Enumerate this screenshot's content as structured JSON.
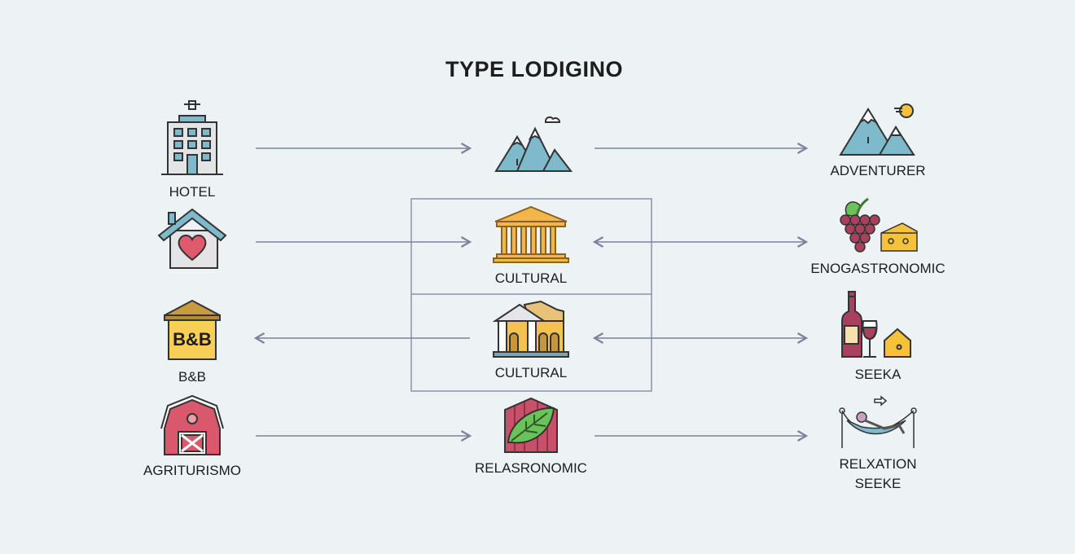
{
  "title": "TYPE LODIGINO",
  "lodging_types": [
    {
      "label": "HOTEL",
      "icon": "hotel-icon"
    },
    {
      "label": "",
      "icon": "house-heart-icon"
    },
    {
      "label": "B&B",
      "icon": "bnb-icon",
      "sign": "B&B"
    },
    {
      "label": "AGRITURISMO",
      "icon": "barn-icon"
    }
  ],
  "middle": [
    {
      "label": "",
      "icon": "mountains-icon"
    },
    {
      "label": "CULTURAL",
      "icon": "temple-icon"
    },
    {
      "label": "CULTURAL",
      "icon": "historic-building-icon"
    },
    {
      "label": "RELASRONOMIC",
      "icon": "leaf-barn-icon"
    }
  ],
  "tourist_profiles": [
    {
      "label": "ADVENTURER",
      "icon": "mountain-sun-icon"
    },
    {
      "label": "ENOGASTRONOMIC",
      "icon": "grapes-cheese-icon"
    },
    {
      "label": "SEEKA",
      "icon": "wine-cheese-icon"
    },
    {
      "label": "RELXATION",
      "label2": "SEEKE",
      "icon": "hammock-icon"
    }
  ],
  "colors": {
    "line": "#7b849c",
    "background": "#edf3f5"
  }
}
